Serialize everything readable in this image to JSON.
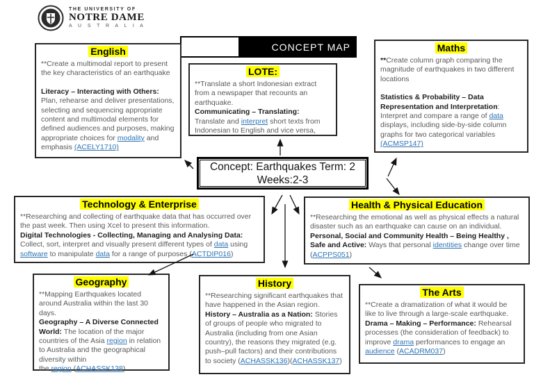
{
  "logo": {
    "line1": "THE UNIVERSITY OF",
    "line2": "NOTRE DAME",
    "line3": "A U S T R A L I A"
  },
  "header": {
    "title": "CONCEPT MAP"
  },
  "center_box": {
    "line1": "Concept: Earthquakes Term: 2",
    "line2": "Weeks:2-3"
  },
  "colors": {
    "highlight": "#ffff00",
    "link": "#2e74b5",
    "body_text": "#595959",
    "bold_text": "#1f1f1f",
    "border": "#262626",
    "header_bg": "#000000"
  },
  "boxes": {
    "english": {
      "title": "English",
      "paragraphs": [
        [
          {
            "t": "**Create a multimodal report to present the key characteristics of an earthquake",
            "s": "n"
          }
        ],
        [],
        [
          {
            "t": "Literacy – Interacting with Others:",
            "s": "b"
          },
          {
            "t": " Plan, rehearse and deliver presentations, selecting and sequencing appropriate content and multimodal elements for defined audiences and purposes, making appropriate choices for ",
            "s": "n"
          },
          {
            "t": "modality",
            "s": "l"
          },
          {
            "t": " and emphasis ",
            "s": "n"
          },
          {
            "t": "(ACELY1710)",
            "s": "l"
          }
        ]
      ]
    },
    "lote": {
      "title": "LOTE:",
      "paragraphs": [
        [
          {
            "t": "**Translate a short Indonesian extract from a newspaper that recounts an earthquake.",
            "s": "n"
          }
        ],
        [
          {
            "t": "Communicating – Translating:",
            "s": "b"
          },
          {
            "t": " Translate and ",
            "s": "n"
          },
          {
            "t": "interpret",
            "s": "l"
          },
          {
            "t": " short texts from Indonesian to English and vice versa,",
            "s": "n"
          }
        ]
      ]
    },
    "maths": {
      "title": "Maths",
      "paragraphs": [
        [
          {
            "t": "**",
            "s": "b"
          },
          {
            "t": "Create column graph comparing the magnitude of earthquakes in two different locations",
            "s": "n"
          }
        ],
        [],
        [
          {
            "t": "Statistics & Probability – Data Representation and Interpretation",
            "s": "b"
          },
          {
            "t": ": Interpret and compare a range of ",
            "s": "n"
          },
          {
            "t": "data",
            "s": "l"
          },
          {
            "t": " displays, including side-by-side column graphs for two categorical variables ",
            "s": "n"
          },
          {
            "t": "(ACMSP147)",
            "s": "l"
          }
        ]
      ]
    },
    "tech": {
      "title": "Technology & Enterprise",
      "paragraphs": [
        [
          {
            "t": "**Researching and collecting of earthquake data that has occurred over the past week. Then using Xcel to present this information.",
            "s": "n"
          }
        ],
        [
          {
            "t": "Digital Technologies - Collecting, Managing and Analysing Data:",
            "s": "b"
          },
          {
            "t": " Collect, sort, interpret and visually present different types of ",
            "s": "n"
          },
          {
            "t": "data",
            "s": "l"
          },
          {
            "t": " using ",
            "s": "n"
          },
          {
            "t": "software",
            "s": "l"
          },
          {
            "t": " to manipulate ",
            "s": "n"
          },
          {
            "t": "data",
            "s": "l"
          },
          {
            "t": " for a range of purposes (",
            "s": "n"
          },
          {
            "t": "ACTDIP016",
            "s": "l"
          },
          {
            "t": ")",
            "s": "n"
          }
        ]
      ]
    },
    "hpe": {
      "title": "Health & Physical Education",
      "paragraphs": [
        [
          {
            "t": "**Researching the emotional as well as physical effects a natural disaster such as an earthquake can cause on an individual.",
            "s": "n"
          }
        ],
        [
          {
            "t": "Personal, Social and Community Health – Being Healthy , Safe and Active:",
            "s": "b"
          },
          {
            "t": " Ways that personal ",
            "s": "n"
          },
          {
            "t": "identities",
            "s": "l"
          },
          {
            "t": " change over time (",
            "s": "n"
          },
          {
            "t": "ACPPS051",
            "s": "l"
          },
          {
            "t": ")",
            "s": "n"
          }
        ]
      ]
    },
    "geography": {
      "title": "Geography",
      "paragraphs": [
        [
          {
            "t": "**Mapping Earthquakes located around Australia within the last 30 days.",
            "s": "n"
          }
        ],
        [
          {
            "t": "Geography – A Diverse Connected World:",
            "s": "b"
          },
          {
            "t": " The location of the major countries of the Asia ",
            "s": "n"
          },
          {
            "t": "region",
            "s": "l"
          },
          {
            "t": " in relation to Australia and the geographical diversity within",
            "s": "n"
          },
          {
            "t": "",
            "s": "br"
          },
          {
            "t": "the ",
            "s": "n"
          },
          {
            "t": "region",
            "s": "l"
          },
          {
            "t": " (",
            "s": "n"
          },
          {
            "t": "ACHASSK138",
            "s": "l"
          },
          {
            "t": ")",
            "s": "n"
          }
        ]
      ]
    },
    "history": {
      "title": "History",
      "paragraphs": [
        [
          {
            "t": "**Researching significant earthquakes that have happened in the Asian region.",
            "s": "n"
          }
        ],
        [
          {
            "t": "History – Australia as a Nation:",
            "s": "b"
          },
          {
            "t": " Stories of groups of people who migrated to Australia (including from one Asian country), the reasons they migrated (e.g. push–pull factors) and their contributions to society (",
            "s": "n"
          },
          {
            "t": "ACHASSK136",
            "s": "l"
          },
          {
            "t": ")(",
            "s": "n"
          },
          {
            "t": "ACHASSK137",
            "s": "l"
          },
          {
            "t": ")",
            "s": "n"
          }
        ]
      ]
    },
    "arts": {
      "title": "The Arts",
      "paragraphs": [
        [
          {
            "t": "**Create a dramatization of what it would be like to live through a large-scale earthquake.",
            "s": "n"
          }
        ],
        [
          {
            "t": "Drama – Making – Performance:",
            "s": "b"
          },
          {
            "t": " Rehearsal processes (the consideration of feedback) to improve ",
            "s": "n"
          },
          {
            "t": "drama",
            "s": "l"
          },
          {
            "t": " performances to engage an ",
            "s": "n"
          },
          {
            "t": "audience",
            "s": "l"
          },
          {
            "t": " (",
            "s": "n"
          },
          {
            "t": "ACADRM037",
            "s": "l"
          },
          {
            "t": ")",
            "s": "n"
          }
        ]
      ]
    }
  }
}
